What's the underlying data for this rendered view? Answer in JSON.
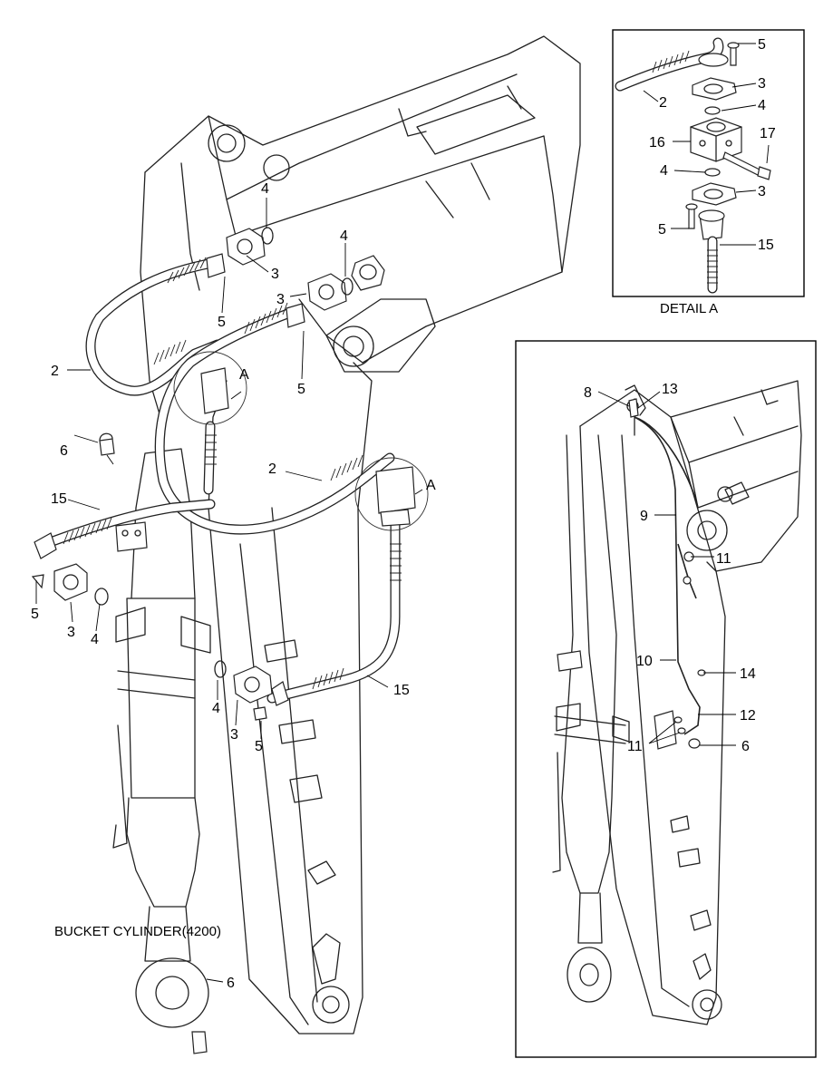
{
  "detail_box": {
    "title": "DETAIL  A",
    "callouts": [
      "5",
      "3",
      "2",
      "4",
      "16",
      "17",
      "4",
      "3",
      "5",
      "15"
    ]
  },
  "main_view": {
    "callouts": [
      "4",
      "4",
      "3",
      "5",
      "3",
      "5",
      "2",
      "A",
      "6",
      "2",
      "A",
      "15",
      "5",
      "3",
      "4",
      "4",
      "3",
      "5",
      "15",
      "6"
    ],
    "bucket_cylinder_label": "BUCKET CYLINDER(4200)"
  },
  "side_view": {
    "callouts": [
      "8",
      "13",
      "9",
      "11",
      "10",
      "14",
      "12",
      "11",
      "6"
    ]
  }
}
